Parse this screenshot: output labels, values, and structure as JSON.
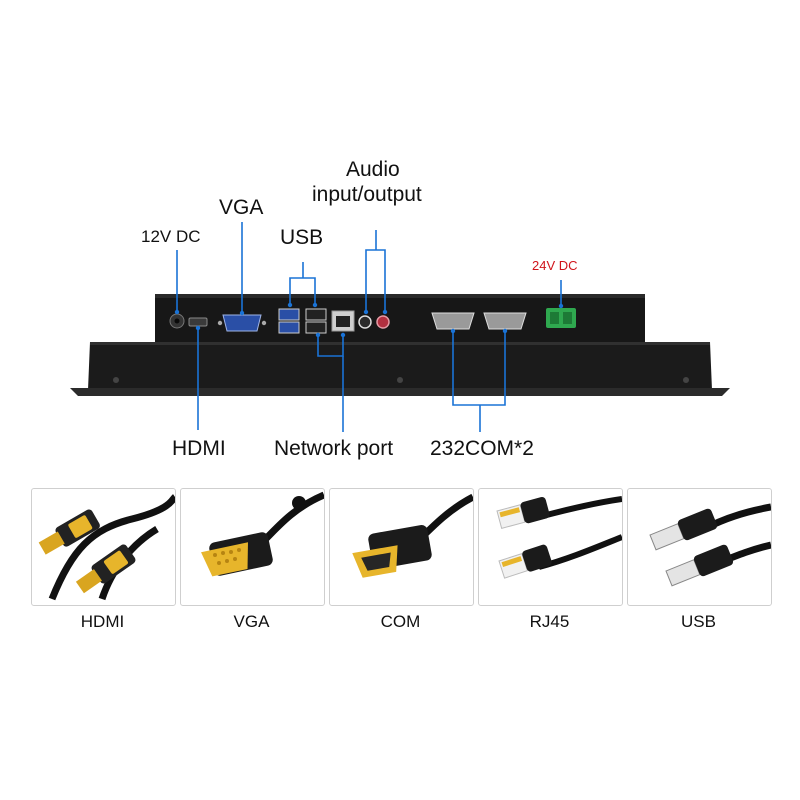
{
  "callouts": {
    "audio_line1": "Audio",
    "audio_line2": "input/output",
    "vga": "VGA",
    "dc12": "12V DC",
    "usb": "USB",
    "dc24": "24V DC",
    "hdmi": "HDMI",
    "network": "Network port",
    "com": "232COM*2"
  },
  "cable_cards": [
    {
      "caption": "HDMI"
    },
    {
      "caption": "VGA"
    },
    {
      "caption": "COM"
    },
    {
      "caption": "RJ45"
    },
    {
      "caption": "USB"
    }
  ],
  "colors": {
    "leader_line": "#1a73d6",
    "chassis": "#151515",
    "dc24_label": "#d0141b",
    "connector_gold": "#e7b52b",
    "port_blue": "#2a4fa6",
    "terminal_green": "#2fa84f"
  }
}
